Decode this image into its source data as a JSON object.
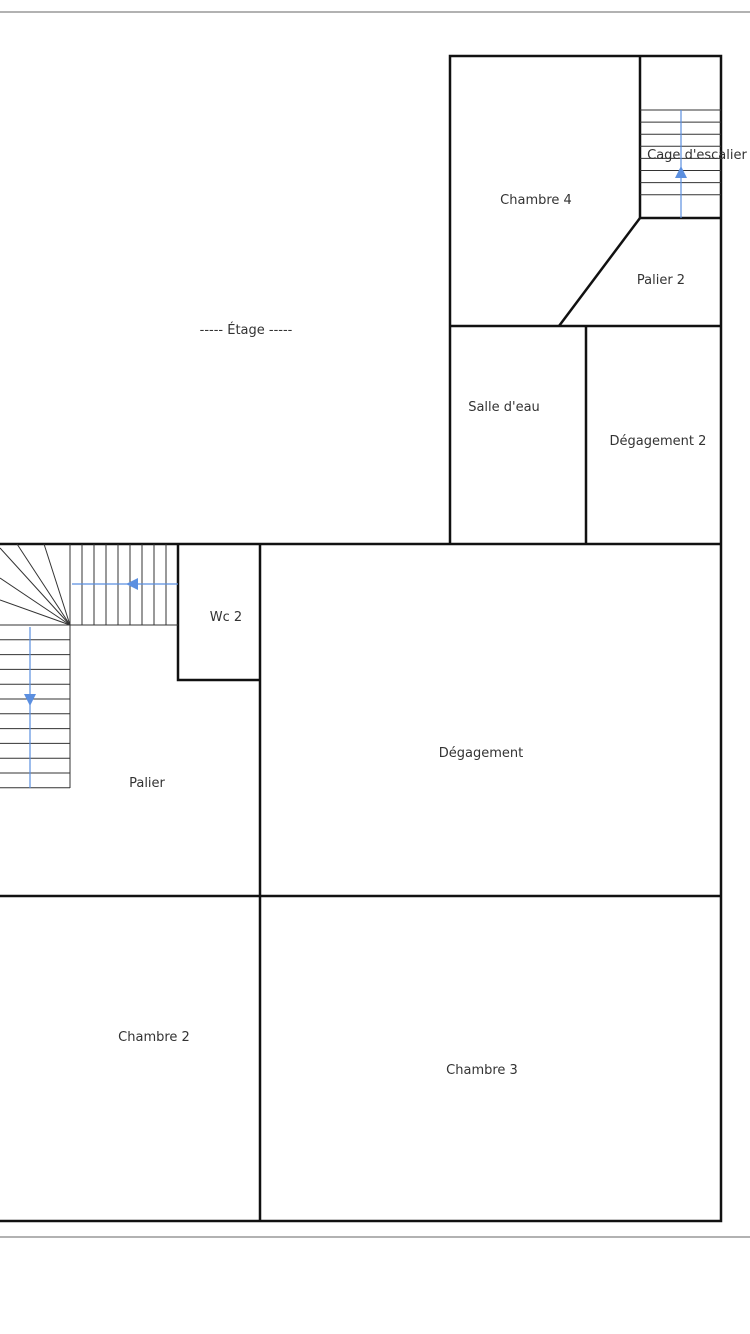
{
  "plan": {
    "level_label": "-----  Étage  -----",
    "rooms": {
      "chambre4": "Chambre 4",
      "cage_escalier": "Cage d'escalier",
      "palier2": "Palier 2",
      "salle_eau": "Salle d'eau",
      "degagement2": "Dégagement 2",
      "wc2": "Wc 2",
      "degagement": "Dégagement",
      "palier": "Palier",
      "chambre2": "Chambre 2",
      "chambre3": "Chambre 3"
    }
  },
  "colors": {
    "wall": "#111111",
    "arrow": "#5b8fe0"
  }
}
